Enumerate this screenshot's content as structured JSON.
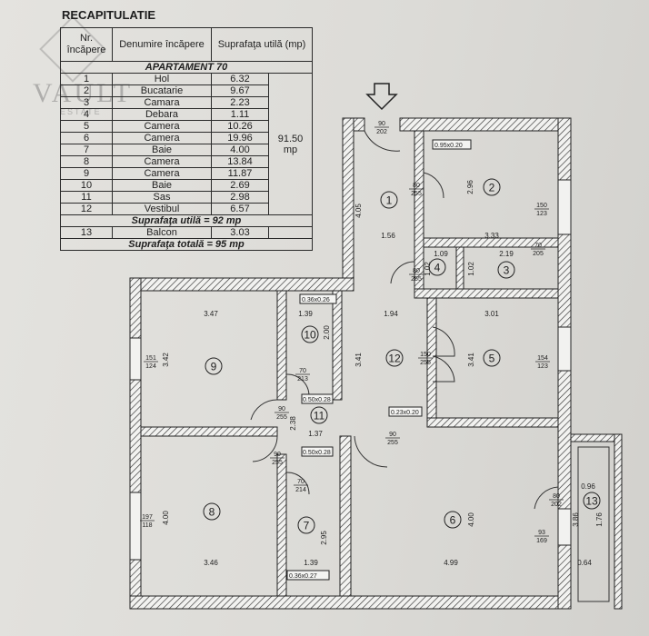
{
  "recap": {
    "title": "RECAPITULATIE",
    "headers": [
      "Nr. încăpere",
      "Denumire încăpere",
      "Suprafaţa utilă (mp)"
    ],
    "apartment": "APARTAMENT 70",
    "rows": [
      {
        "nr": "1",
        "name": "Hol",
        "area": "6.32"
      },
      {
        "nr": "2",
        "name": "Bucatarie",
        "area": "9.67"
      },
      {
        "nr": "3",
        "name": "Camara",
        "area": "2.23"
      },
      {
        "nr": "4",
        "name": "Debara",
        "area": "1.11"
      },
      {
        "nr": "5",
        "name": "Camera",
        "area": "10.26"
      },
      {
        "nr": "6",
        "name": "Camera",
        "area": "19.96"
      },
      {
        "nr": "7",
        "name": "Baie",
        "area": "4.00"
      },
      {
        "nr": "8",
        "name": "Camera",
        "area": "13.84"
      },
      {
        "nr": "9",
        "name": "Camera",
        "area": "11.87"
      },
      {
        "nr": "10",
        "name": "Baie",
        "area": "2.69"
      },
      {
        "nr": "11",
        "name": "Sas",
        "area": "2.98"
      },
      {
        "nr": "12",
        "name": "Vestibul",
        "area": "6.57"
      }
    ],
    "total_area": "91.50 mp",
    "useful_label": "Suprafaţa utilă = 92 mp",
    "balcony": {
      "nr": "13",
      "name": "Balcon",
      "area": "3.03"
    },
    "total_label": "Suprafaţa totală = 95 mp"
  },
  "watermark": {
    "word": "VAULT",
    "sub": "ESTATE"
  },
  "room_numbers": [
    "1",
    "2",
    "3",
    "4",
    "5",
    "6",
    "7",
    "8",
    "9",
    "10",
    "11",
    "12",
    "13"
  ],
  "dimensions": {
    "d_4_05": "4.05",
    "d_1_56": "1.56",
    "d_2_96": "2.96",
    "d_3_33": "3.33",
    "d_1_09": "1.09",
    "d_1_02a": "1.02",
    "d_1_02b": "1.02",
    "d_2_19": "2.19",
    "d_3_47": "3.47",
    "d_1_39a": "1.39",
    "d_1_94": "1.94",
    "d_3_01": "3.01",
    "d_3_42": "3.42",
    "d_2_00": "2.00",
    "d_3_41a": "3.41",
    "d_3_41b": "3.41",
    "d_2_38": "2.38",
    "d_1_37": "1.37",
    "d_4_00a": "4.00",
    "d_4_00b": "4.00",
    "d_2_95": "2.95",
    "d_3_46": "3.46",
    "d_1_39b": "1.39",
    "d_4_99": "4.99",
    "d_3_86": "3.86",
    "d_1_76": "1.76",
    "d_0_96": "0.96",
    "d_0_64": "0.64"
  },
  "openings": {
    "o_90_202": [
      "90",
      "202"
    ],
    "o_80_255a": [
      "80",
      "255"
    ],
    "o_150_123": [
      "150",
      "123"
    ],
    "o_70_205": [
      "70",
      "205"
    ],
    "o_80_255b": [
      "80",
      "255"
    ],
    "o_151_124": [
      "151",
      "124"
    ],
    "o_70_213": [
      "70",
      "213"
    ],
    "o_150_255": [
      "150",
      "255"
    ],
    "o_154_123": [
      "154",
      "123"
    ],
    "o_90_255a": [
      "90",
      "255"
    ],
    "o_90_255b": [
      "90",
      "255"
    ],
    "o_90_255c": [
      "90",
      "255"
    ],
    "o_197_118": [
      "197",
      "118"
    ],
    "o_70_214": [
      "70",
      "214"
    ],
    "o_80_202": [
      "80",
      "202"
    ],
    "o_93_169": [
      "93",
      "169"
    ]
  },
  "ducts": {
    "k1": "0.95x0.20",
    "k2": "0.36x0.26",
    "k3": "0.50x0.28",
    "k4": "0.23x0.20",
    "k5": "0.50x0.28",
    "k6": "0.36x0.27"
  }
}
